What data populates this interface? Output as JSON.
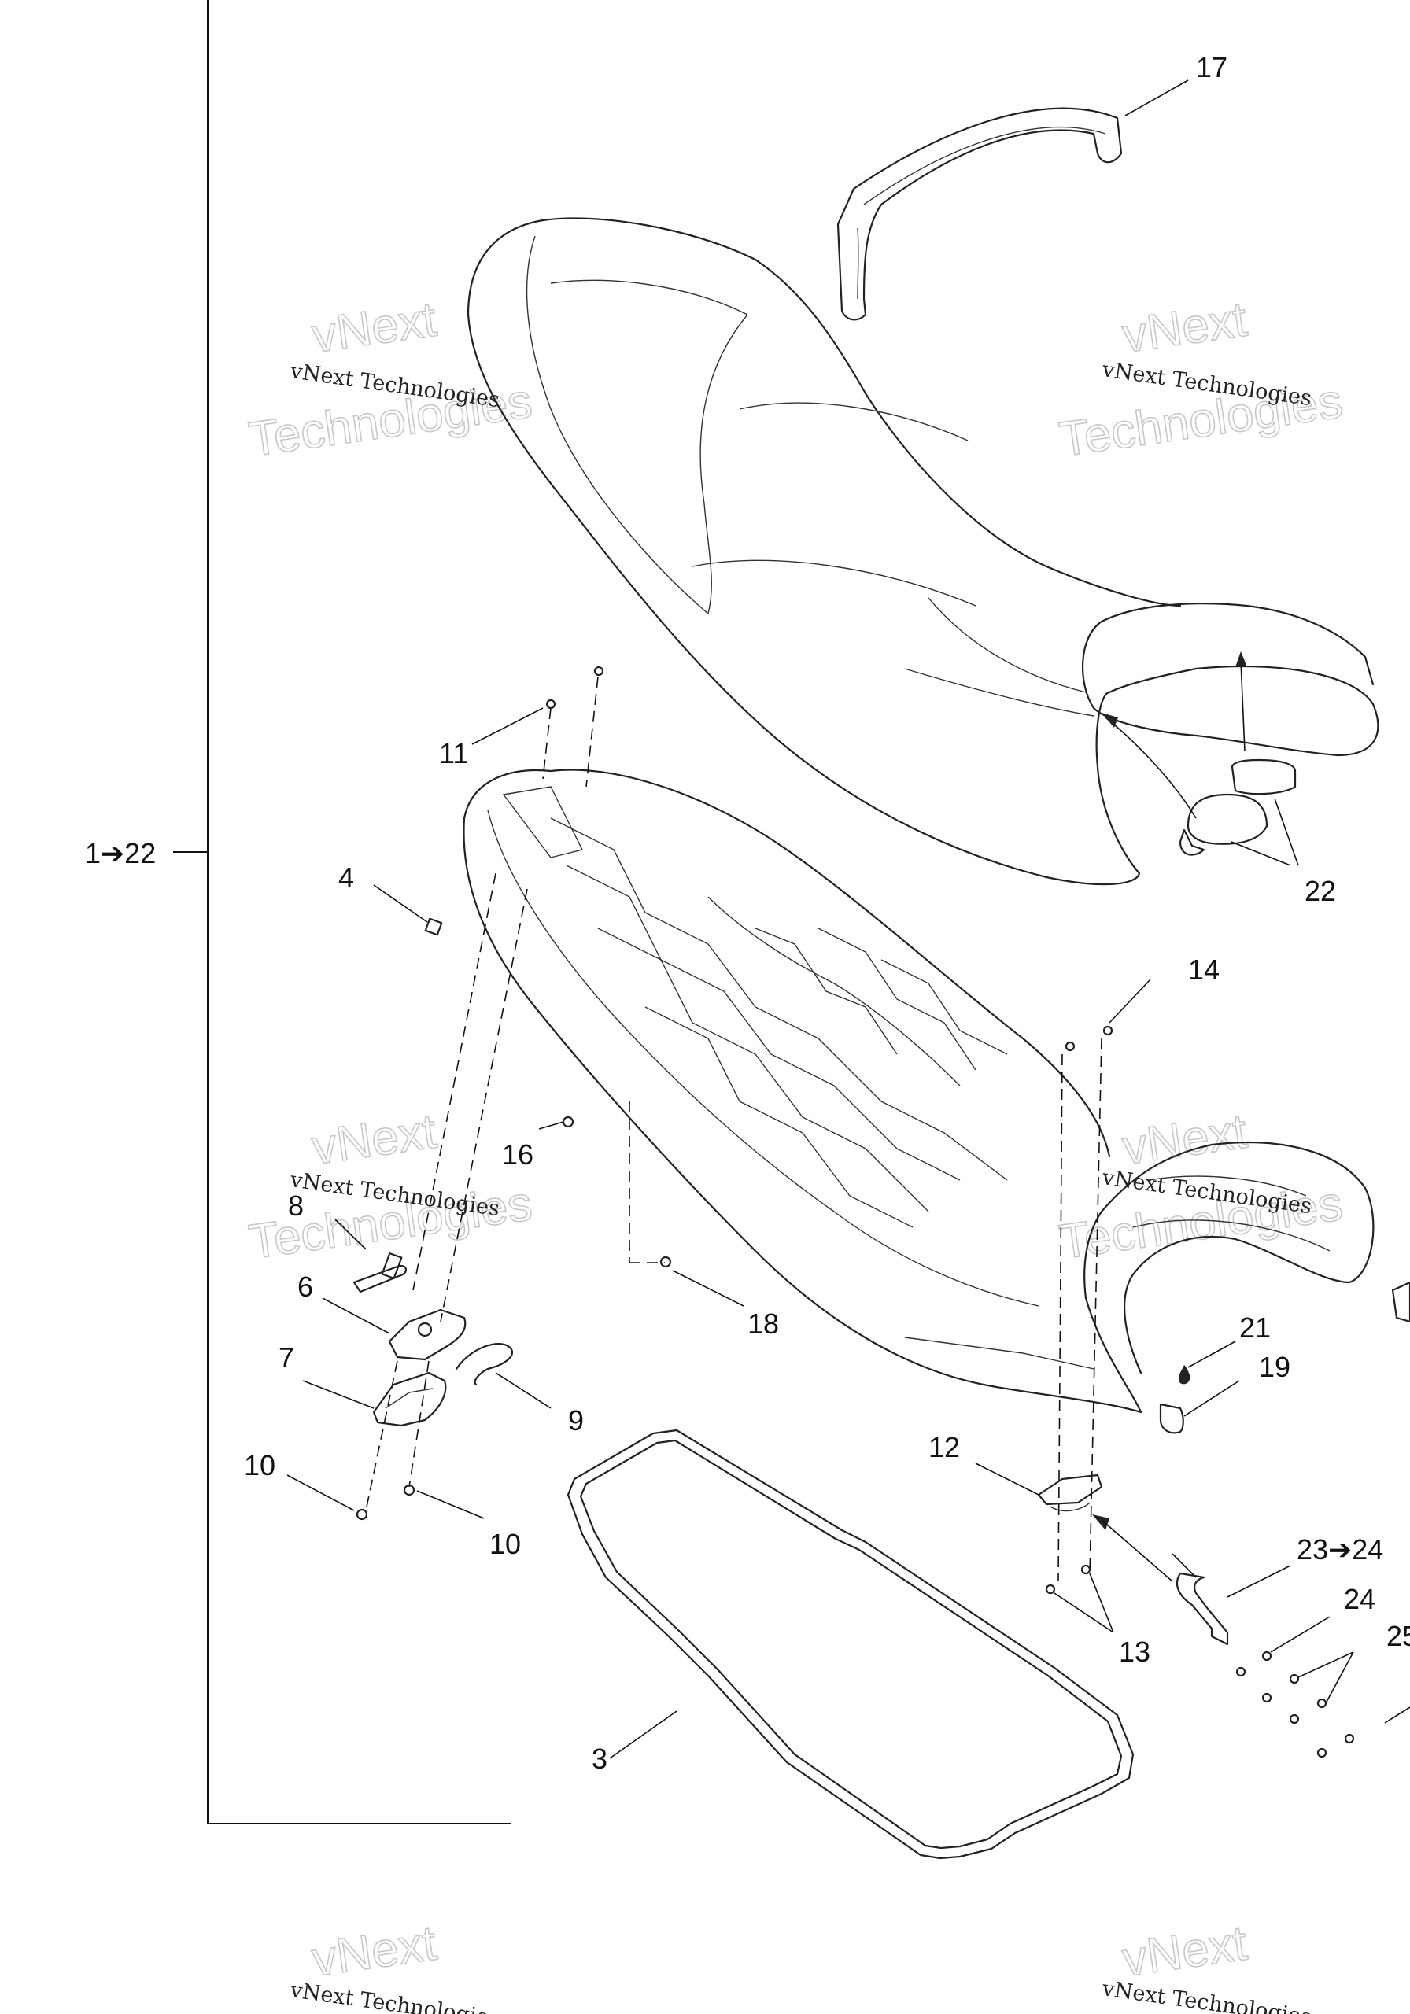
{
  "diagram": {
    "callouts": {
      "c17": "17",
      "c1_22": "1➔22",
      "c22": "22",
      "c11": "11",
      "c4": "4",
      "c14": "14",
      "c16": "16",
      "c8": "8",
      "c6": "6",
      "c7": "7",
      "c9": "9",
      "c10a": "10",
      "c10b": "10",
      "c18": "18",
      "c21": "21",
      "c19": "19",
      "c12": "12",
      "c23_24": "23➔24",
      "c24": "24",
      "c25": "25",
      "c13": "13",
      "c3": "3"
    },
    "watermarks": {
      "small": "vNext Technologies",
      "big_line1": "vNext",
      "big_line2": "Technologies"
    }
  }
}
